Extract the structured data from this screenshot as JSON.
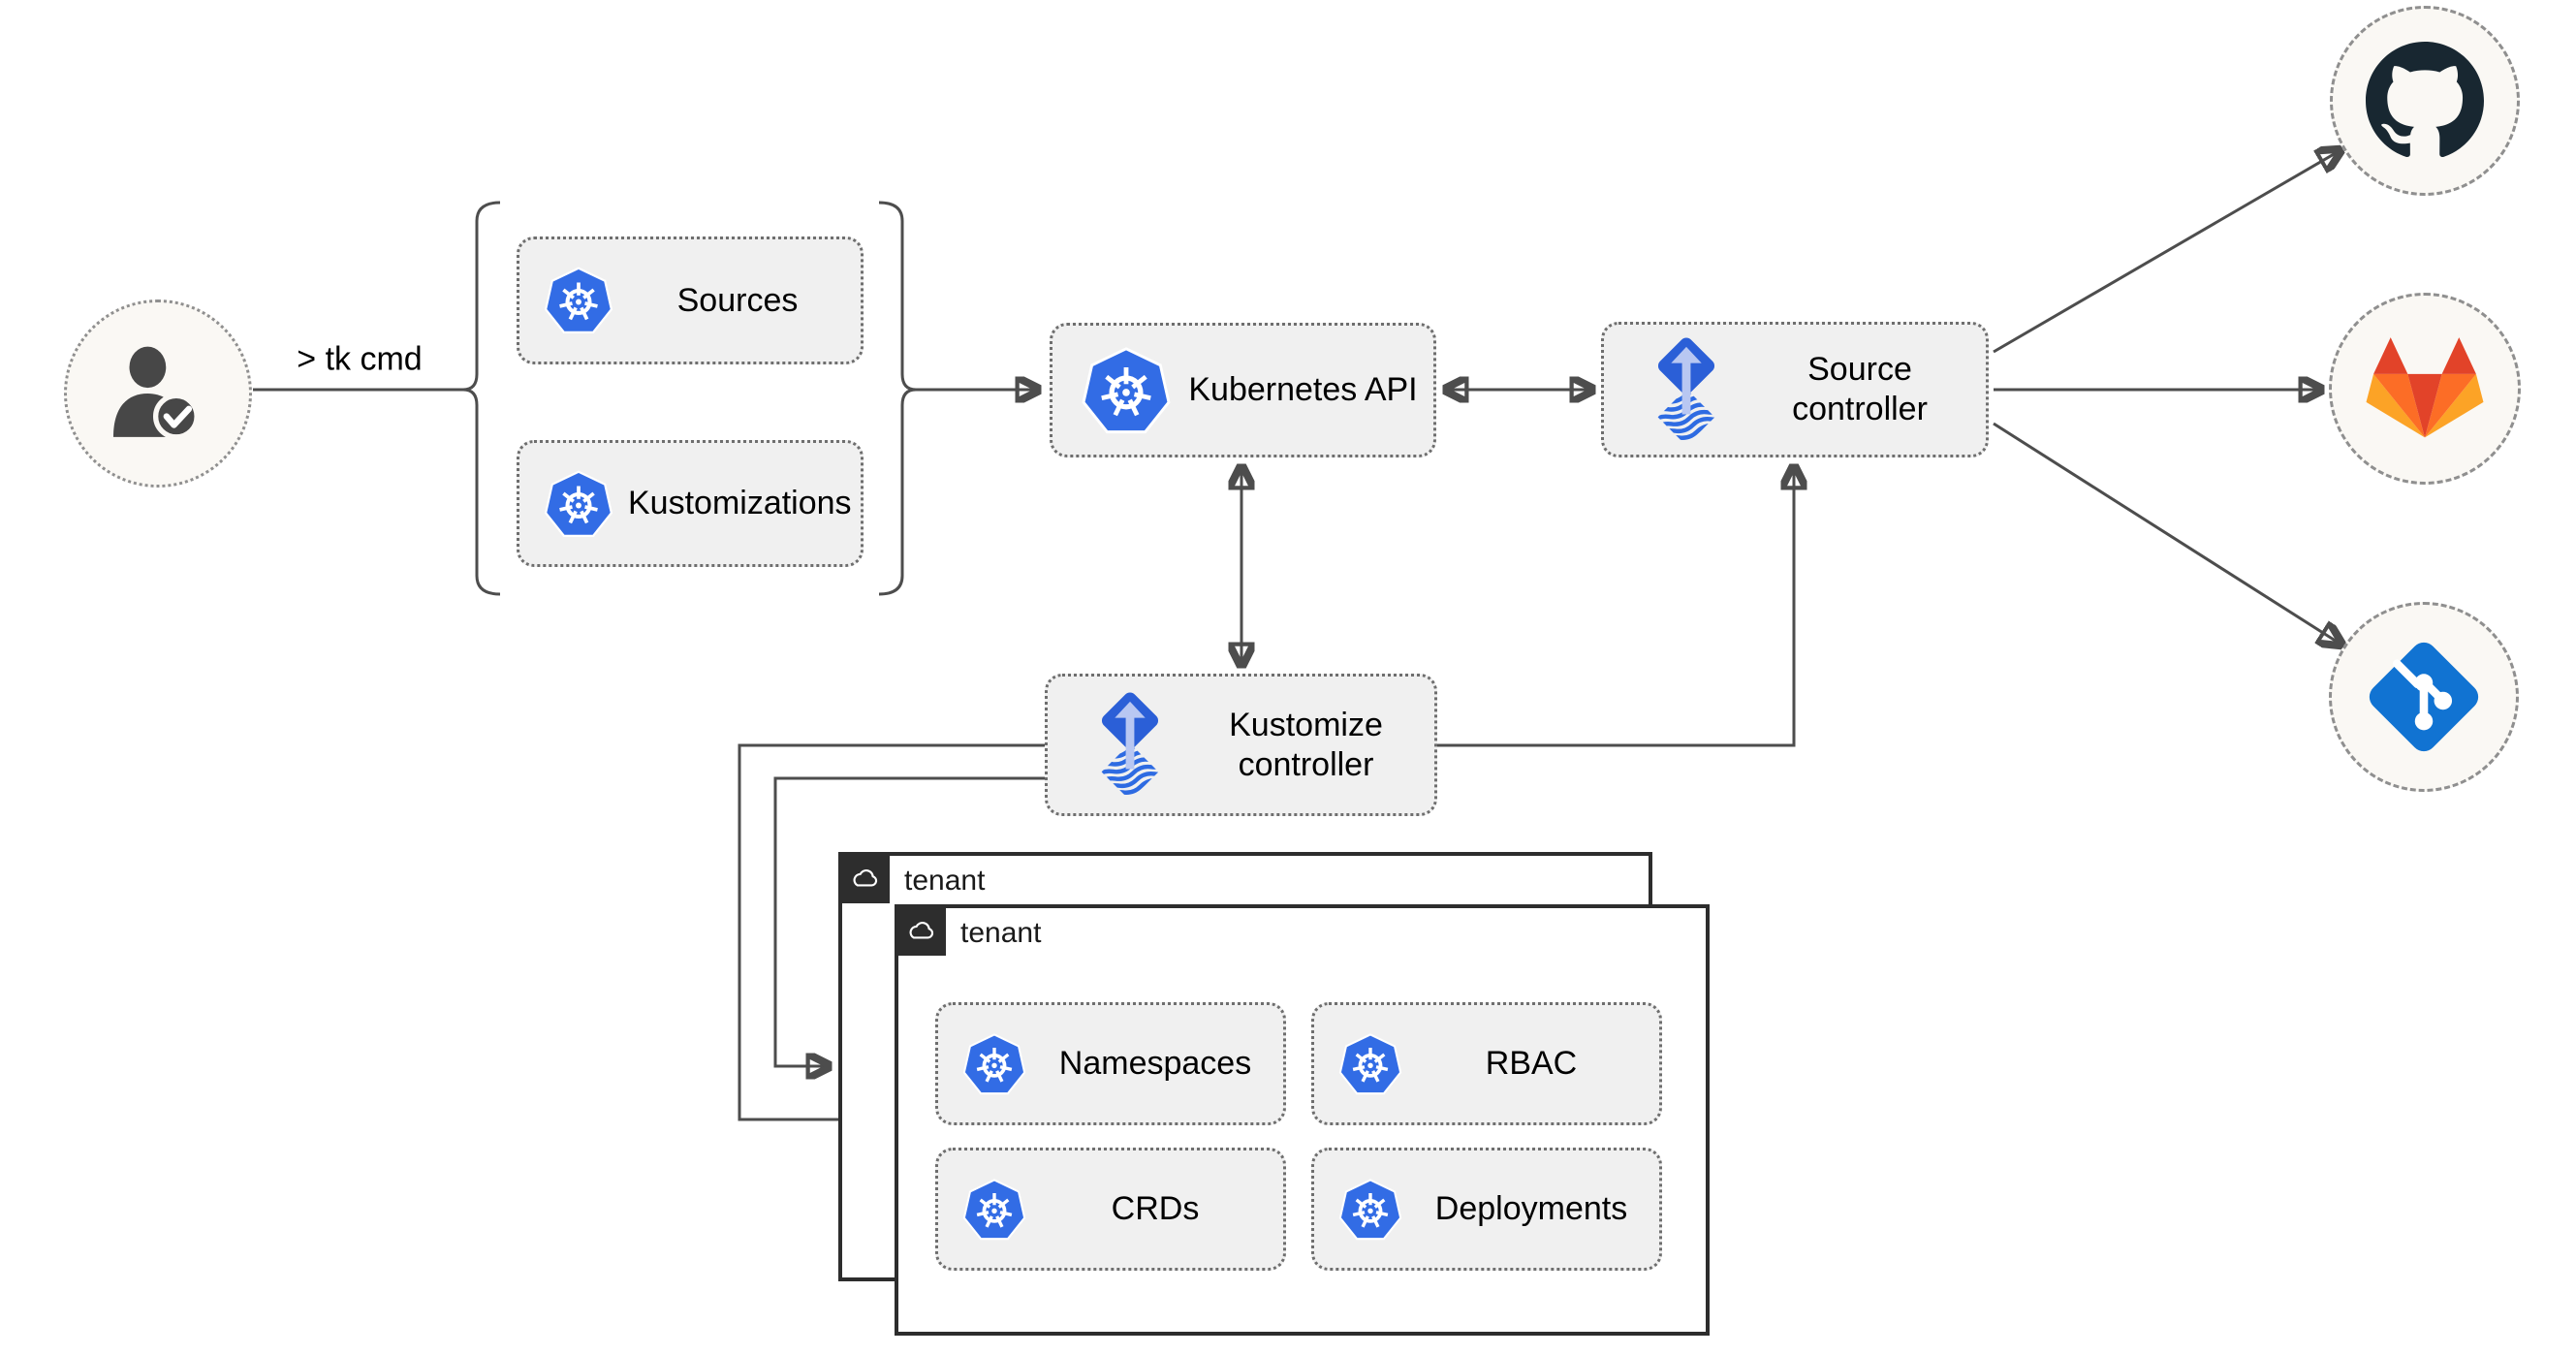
{
  "colors": {
    "line": "#4d4d4d",
    "box-fill": "#f0f0f0",
    "box-border": "#6e6e6e",
    "circle-fill": "#faf8f4",
    "circle-border": "#8f8f8f",
    "tenant-border": "#2d2d2d",
    "tab-bg": "#2d2d2d",
    "text": "#000000",
    "k8s-blue": "#326ce5",
    "flux-diamond": "#2b5fd7",
    "flux-stripes": "#2e6be2",
    "flux-arrow": "#b8c7f2",
    "github": "#182731",
    "gitlab-red": "#e24329",
    "gitlab-orange": "#fc6d26",
    "gitlab-amber": "#fca326",
    "git-blue": "#1173d2",
    "person": "#474747"
  },
  "user": {
    "icon": "person-check-icon",
    "cli_label": "> tk cmd"
  },
  "group": {
    "items": [
      {
        "label": "Sources",
        "icon": "kubernetes-icon"
      },
      {
        "label": "Kustomizations",
        "icon": "kubernetes-icon"
      }
    ]
  },
  "nodes": {
    "kubernetes_api": {
      "label": "Kubernetes API",
      "icon": "kubernetes-icon"
    },
    "source_controller": {
      "label": "Source controller",
      "icon": "flux-icon"
    },
    "kustomize_controller": {
      "label": "Kustomize controller",
      "icon": "flux-icon"
    }
  },
  "providers": [
    {
      "name": "github",
      "icon": "github-icon"
    },
    {
      "name": "gitlab",
      "icon": "gitlab-icon"
    },
    {
      "name": "git",
      "icon": "git-icon"
    }
  ],
  "tenants": {
    "back": {
      "label": "tenant",
      "icon": "cloud-icon"
    },
    "front": {
      "label": "tenant",
      "icon": "cloud-icon",
      "resources": [
        {
          "label": "Namespaces",
          "icon": "kubernetes-icon"
        },
        {
          "label": "RBAC",
          "icon": "kubernetes-icon"
        },
        {
          "label": "CRDs",
          "icon": "kubernetes-icon"
        },
        {
          "label": "Deployments",
          "icon": "kubernetes-icon"
        }
      ]
    }
  }
}
